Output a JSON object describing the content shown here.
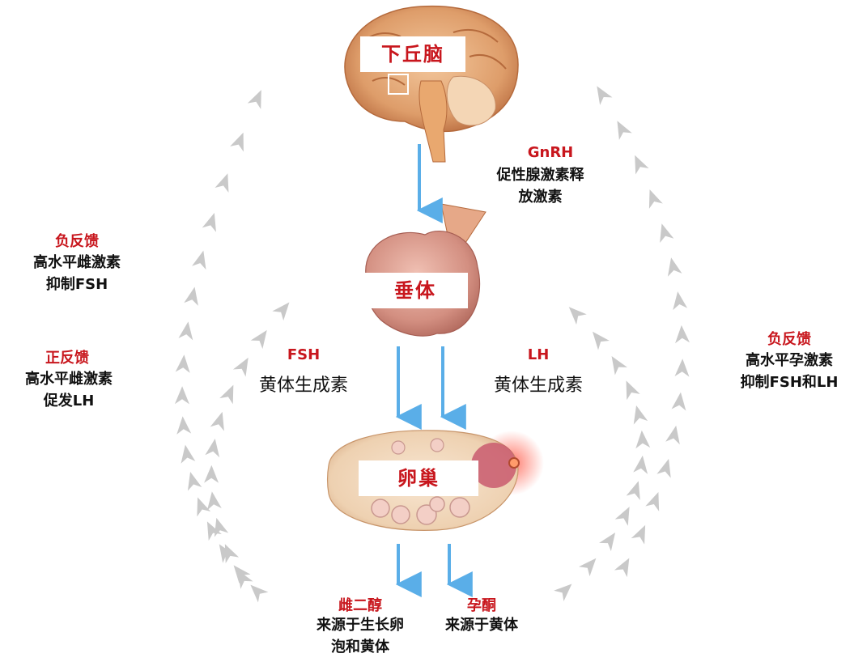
{
  "organs": {
    "hypothalamus": "下丘脑",
    "pituitary": "垂体",
    "ovary": "卵巢"
  },
  "gnrh": {
    "abbr": "GnRH",
    "line1": "促性腺激素释",
    "line2": "放激素"
  },
  "fsh": {
    "abbr": "FSH",
    "name": "黄体生成素"
  },
  "lh": {
    "abbr": "LH",
    "name": "黄体生成素"
  },
  "estradiol": {
    "name": "雌二醇",
    "line1": "来源于生长卵",
    "line2": "泡和黄体"
  },
  "progesterone": {
    "name": "孕酮",
    "line1": "来源于黄体"
  },
  "feedback_left_outer": {
    "title": "负反馈",
    "line1": "高水平雌激素",
    "line2": "抑制FSH"
  },
  "feedback_left_inner": {
    "title": "正反馈",
    "line1": "高水平雌激素",
    "line2": "促发LH"
  },
  "feedback_right": {
    "title": "负反馈",
    "line1": "高水平孕激素",
    "line2": "抑制FSH和LH"
  },
  "colors": {
    "accent_red": "#c8161d",
    "arrow_blue": "#5aaee8",
    "feedback_gray": "#c9c9c9",
    "brain_tan": "#e3a877",
    "pituitary_pink": "#d99a8e",
    "ovary_cream": "#f3dcc2"
  }
}
